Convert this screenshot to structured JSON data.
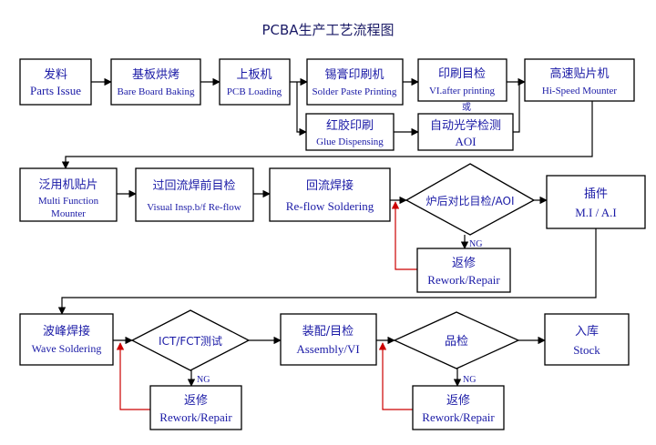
{
  "title": "PCBA生产工艺流程图",
  "ng_label": "NG",
  "or_label": "或",
  "colors": {
    "text": "#1a1aa6",
    "line": "#000000",
    "return_line": "#cc0000"
  },
  "nodes": {
    "parts_issue": {
      "cn": "发料",
      "en": "Parts Issue"
    },
    "bare_board_baking": {
      "cn": "基板烘烤",
      "en": "Bare Board Baking"
    },
    "pcb_loading": {
      "cn": "上板机",
      "en": "PCB Loading"
    },
    "solder_paste_printing": {
      "cn": "锡膏印刷机",
      "en": "Solder Paste Printing"
    },
    "vi_after_printing": {
      "cn": "印刷目检",
      "en": "VI.after printing"
    },
    "hi_speed_mounter": {
      "cn": "高速贴片机",
      "en": "Hi-Speed Mounter"
    },
    "glue_dispensing": {
      "cn": "红胶印刷",
      "en": "Glue Dispensing"
    },
    "aoi": {
      "cn": "自动光学检测",
      "en": "AOI"
    },
    "multi_function_mounter": {
      "cn": "泛用机贴片",
      "en_1": "Multi Function",
      "en_2": "Mounter"
    },
    "visual_insp_before_reflow": {
      "cn": "过回流焊前目检",
      "en": "Visual Insp.b/f Re-flow"
    },
    "reflow_soldering": {
      "cn": "回流焊接",
      "en": "Re-flow  Soldering"
    },
    "post_reflow_check": {
      "cn": "炉后对比目检/AOI"
    },
    "rework_1": {
      "cn": "返修",
      "en": "Rework/Repair"
    },
    "insertion": {
      "cn": "插件",
      "en": "M.I / A.I"
    },
    "wave_soldering": {
      "cn": "波峰焊接",
      "en": "Wave Soldering"
    },
    "ict_fct_test": {
      "cn": "ICT/FCT测试"
    },
    "rework_2": {
      "cn": "返修",
      "en": "Rework/Repair"
    },
    "assembly_vi": {
      "cn": "装配/目检",
      "en": "Assembly/VI"
    },
    "quality_check": {
      "cn": "品检"
    },
    "rework_3": {
      "cn": "返修",
      "en": "Rework/Repair"
    },
    "stock": {
      "cn": "入库",
      "en": "Stock"
    }
  }
}
